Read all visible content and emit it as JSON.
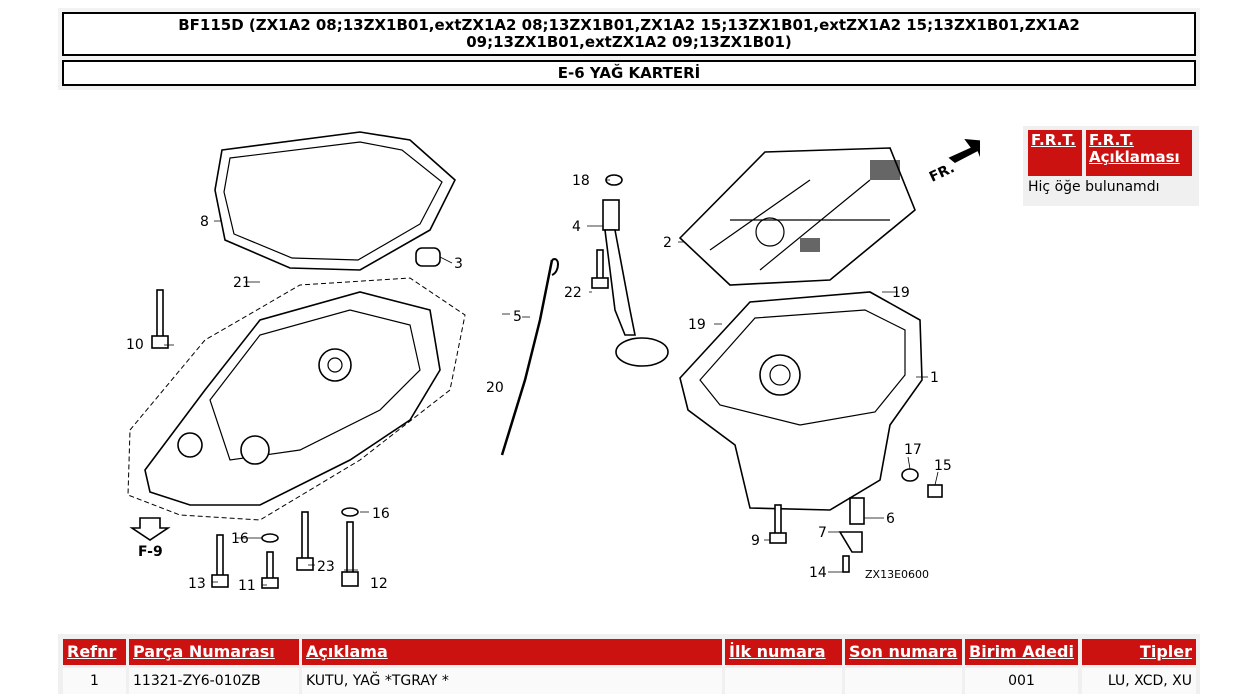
{
  "header": {
    "model_line1": "BF115D (ZX1A2 08;13ZX1B01,extZX1A2 08;13ZX1B01,ZX1A2 15;13ZX1B01,extZX1A2 15;13ZX1B01,ZX1A2",
    "model_line2": "09;13ZX1B01,extZX1A2 09;13ZX1B01)",
    "section_title": "E-6 YAĞ KARTERİ"
  },
  "diagram": {
    "code": "ZX13E0600",
    "fr_label": "FR.",
    "f9_label": "F-9",
    "callouts": [
      "1",
      "2",
      "3",
      "4",
      "5",
      "6",
      "7",
      "8",
      "9",
      "10",
      "11",
      "12",
      "13",
      "14",
      "15",
      "16",
      "16",
      "17",
      "18",
      "19",
      "19",
      "20",
      "21",
      "22",
      "23"
    ]
  },
  "frt": {
    "col_code": "F.R.T.",
    "col_desc_line1": "F.R.T.",
    "col_desc_line2": "Açıklaması",
    "empty_text": "Hiç öğe bulunamdı"
  },
  "parts_table": {
    "headers": {
      "ref": "Refnr",
      "part_no": "Parça Numarası",
      "desc": "Açıklama",
      "first": "İlk numara",
      "last": "Son numara",
      "qty": "Birim Adedi",
      "types": "Tipler"
    },
    "rows": [
      {
        "ref": "1",
        "part_no": "11321-ZY6-010ZB",
        "desc": "KUTU, YAĞ *TGRAY *",
        "first": "",
        "last": "",
        "qty": "001",
        "types": "LU, XCD, XU"
      }
    ]
  },
  "colors": {
    "accent": "#cc1111",
    "panel": "#f0f0f0"
  }
}
